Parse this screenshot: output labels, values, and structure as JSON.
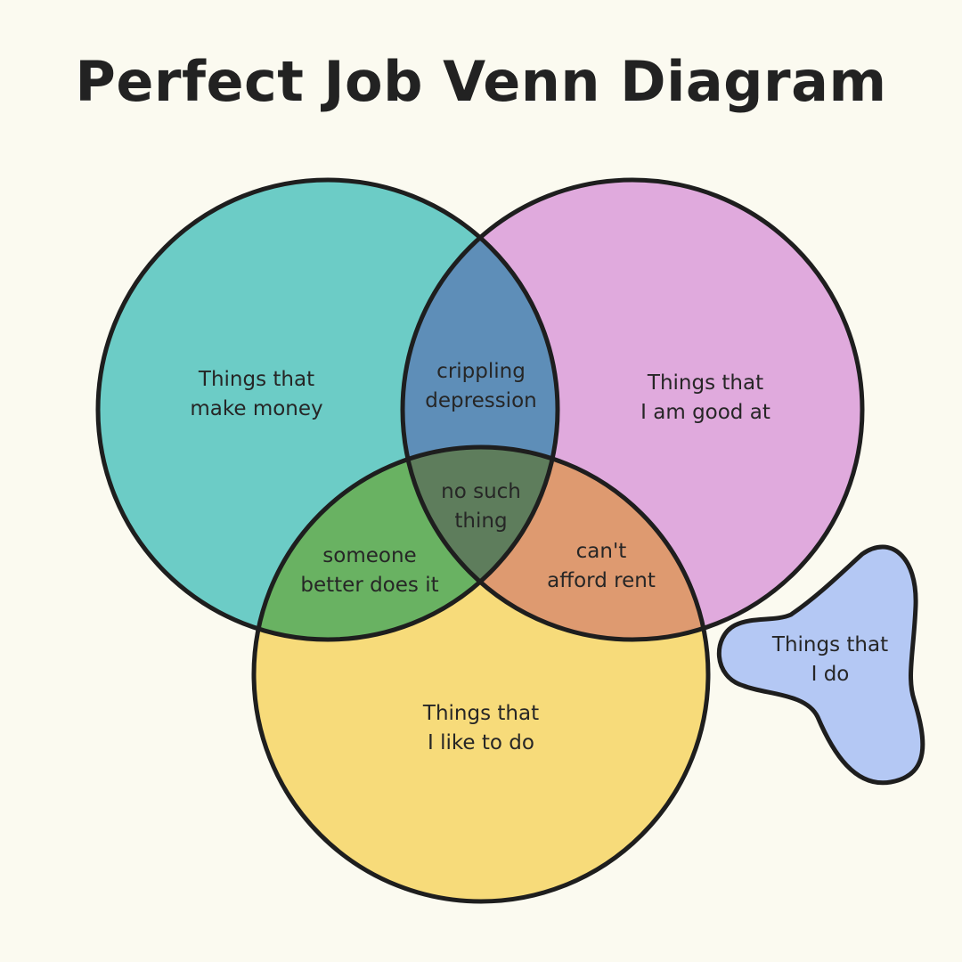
{
  "title": "Perfect Job Venn Diagram",
  "colors": {
    "background": "#FBFAF0",
    "outline": "#1E1E1E",
    "money": "#6CCCC6",
    "good": "#E0AADD",
    "like": "#F7DB7A",
    "do": "#B4C8F4",
    "money_good": "#5E8EB8",
    "money_like": "#69B262",
    "good_like": "#DE9A70",
    "center": "#5E7D5C"
  },
  "circles": {
    "money": [
      "Things that",
      "make money"
    ],
    "good": [
      "Things that",
      "I am good at"
    ],
    "like": [
      "Things that",
      "I like to do"
    ],
    "do": [
      "Things that",
      "I do"
    ]
  },
  "overlaps": {
    "money_good": [
      "crippling",
      "depression"
    ],
    "money_like": [
      "someone",
      "better does it"
    ],
    "good_like": [
      "can't",
      "afford rent"
    ],
    "all_three": [
      "no such",
      "thing"
    ]
  }
}
